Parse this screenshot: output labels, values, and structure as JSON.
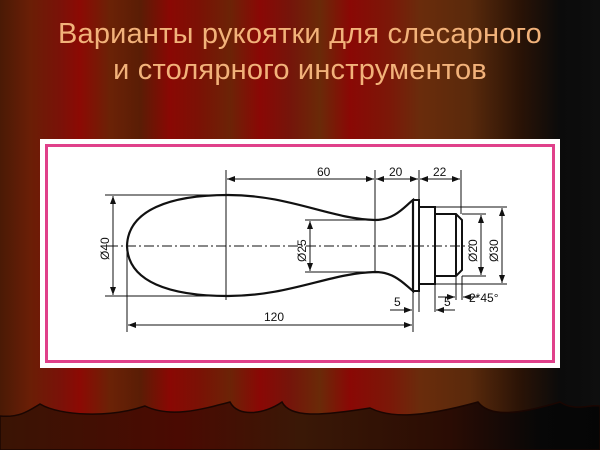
{
  "slide": {
    "title_lines": [
      "Варианты рукоятки для слесарного",
      "и столярного инструментов"
    ],
    "colors": {
      "title": "#f2b27a",
      "frame": "#e0408a",
      "panel": "#ffffff",
      "ink": "#111111"
    }
  },
  "drawing": {
    "subject": "tool handle technical drawing",
    "dimensions": {
      "d_body": "Ø40",
      "d_neck": "Ø25",
      "d_pin": "Ø20",
      "d_step": "Ø30",
      "len_body_to_neck": "60",
      "len_neck_to_collar": "20",
      "len_shank": "22",
      "len_total": "120",
      "collar_width": "5",
      "step_width": "5",
      "chamfer": "2*45°"
    }
  }
}
